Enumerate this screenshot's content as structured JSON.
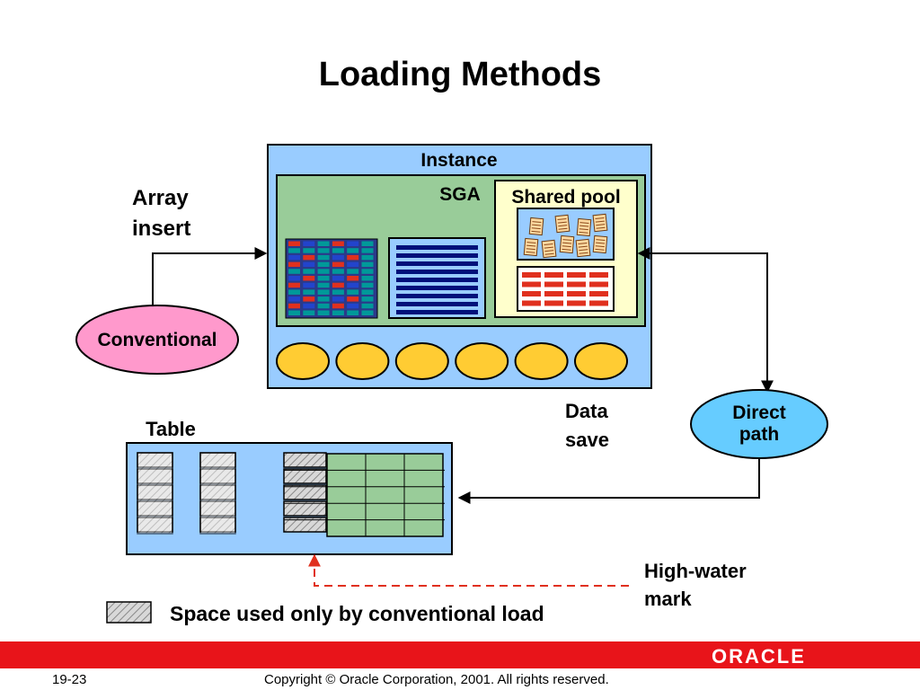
{
  "slide": {
    "title": "Loading Methods",
    "page_number": "19-23",
    "copyright": "Copyright © Oracle Corporation, 2001. All rights reserved.",
    "logo_text": "ORACLE"
  },
  "diagram": {
    "instance_label": "Instance",
    "sga_label": "SGA",
    "shared_pool_label": "Shared pool",
    "array_insert_label": [
      "Array",
      "insert"
    ],
    "conventional_label": "Conventional",
    "direct_path_label": [
      "Direct",
      "path"
    ],
    "data_save_label": [
      "Data",
      "save"
    ],
    "table_label": "Table",
    "high_water_mark_label": [
      "High-water",
      "mark"
    ],
    "legend_label": "Space used only by conventional load"
  },
  "colors": {
    "instance_fill": "#99ccff",
    "sga_fill": "#99cc99",
    "shared_pool_fill": "#ffffcc",
    "process_fill": "#ffcc33",
    "conventional_fill": "#ff99cc",
    "direct_path_fill": "#66ccff",
    "buffer_red": "#e0301e",
    "buffer_teal": "#009999",
    "buffer_blue": "#2244cc",
    "log_navy": "#00107a",
    "hwm_line": "#e0301e",
    "footer_red": "#e8141a"
  }
}
